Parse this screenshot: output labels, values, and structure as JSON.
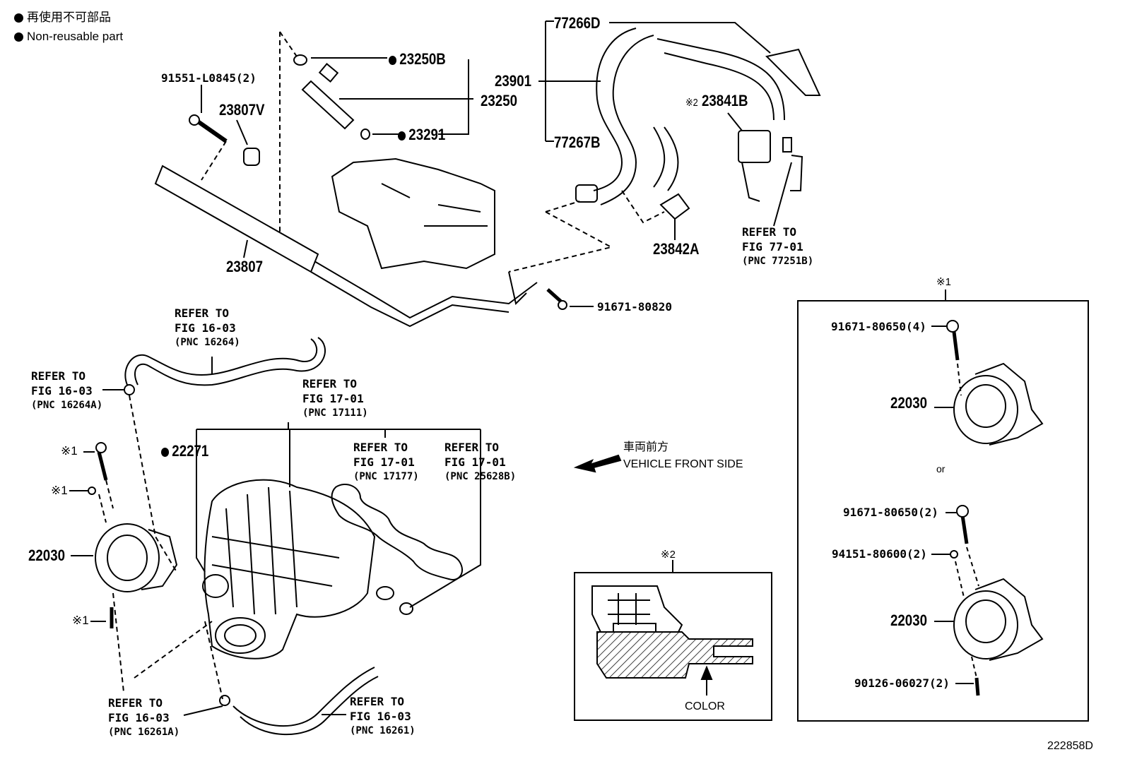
{
  "legend": {
    "bullet_icon": "filled-circle",
    "japanese": "再使用不可部品",
    "english": "Non-reusable part"
  },
  "parts": {
    "bolt_91551": "91551-L0845(2)",
    "p23807V": "23807V",
    "p23250B": "23250B",
    "p23250": "23250",
    "p23291": "23291",
    "p77266D": "77266D",
    "p23901": "23901",
    "p77267B": "77267B",
    "p23841B_mark": "※2",
    "p23841B": "23841B",
    "p23842A": "23842A",
    "p23807": "23807",
    "bolt_91671_80820": "91671-80820",
    "p22271": "22271",
    "p22030_left": "22030",
    "mark1_a": "※1",
    "mark1_b": "※1",
    "mark1_c": "※1"
  },
  "references": [
    {
      "line1": "REFER TO",
      "line2": "FIG 77-01",
      "line3": "(PNC 77251B)"
    },
    {
      "line1": "REFER TO",
      "line2": "FIG 16-03",
      "line3": "(PNC 16264)"
    },
    {
      "line1": "REFER TO",
      "line2": "FIG 16-03",
      "line3": "(PNC 16264A)"
    },
    {
      "line1": "REFER TO",
      "line2": "FIG 17-01",
      "line3": "(PNC 17111)"
    },
    {
      "line1": "REFER TO",
      "line2": "FIG 17-01",
      "line3": "(PNC 17177)"
    },
    {
      "line1": "REFER TO",
      "line2": "FIG 17-01",
      "line3": "(PNC 25628B)"
    },
    {
      "line1": "REFER TO",
      "line2": "FIG 16-03",
      "line3": "(PNC 16261A)"
    },
    {
      "line1": "REFER TO",
      "line2": "FIG 16-03",
      "line3": "(PNC 16261)"
    }
  ],
  "direction": {
    "arrow_icon": "arrow-left",
    "japanese": "車両前方",
    "english": "VEHICLE FRONT SIDE"
  },
  "inset2": {
    "mark": "※2",
    "color_label": "COLOR"
  },
  "inset1": {
    "mark": "※1",
    "bolt_a": "91671-80650(4)",
    "throttle_a": "22030",
    "or": "or",
    "bolt_b": "91671-80650(2)",
    "nut_b": "94151-80600(2)",
    "throttle_b": "22030",
    "stud_b": "90126-06027(2)"
  },
  "figure_id": "222858D"
}
